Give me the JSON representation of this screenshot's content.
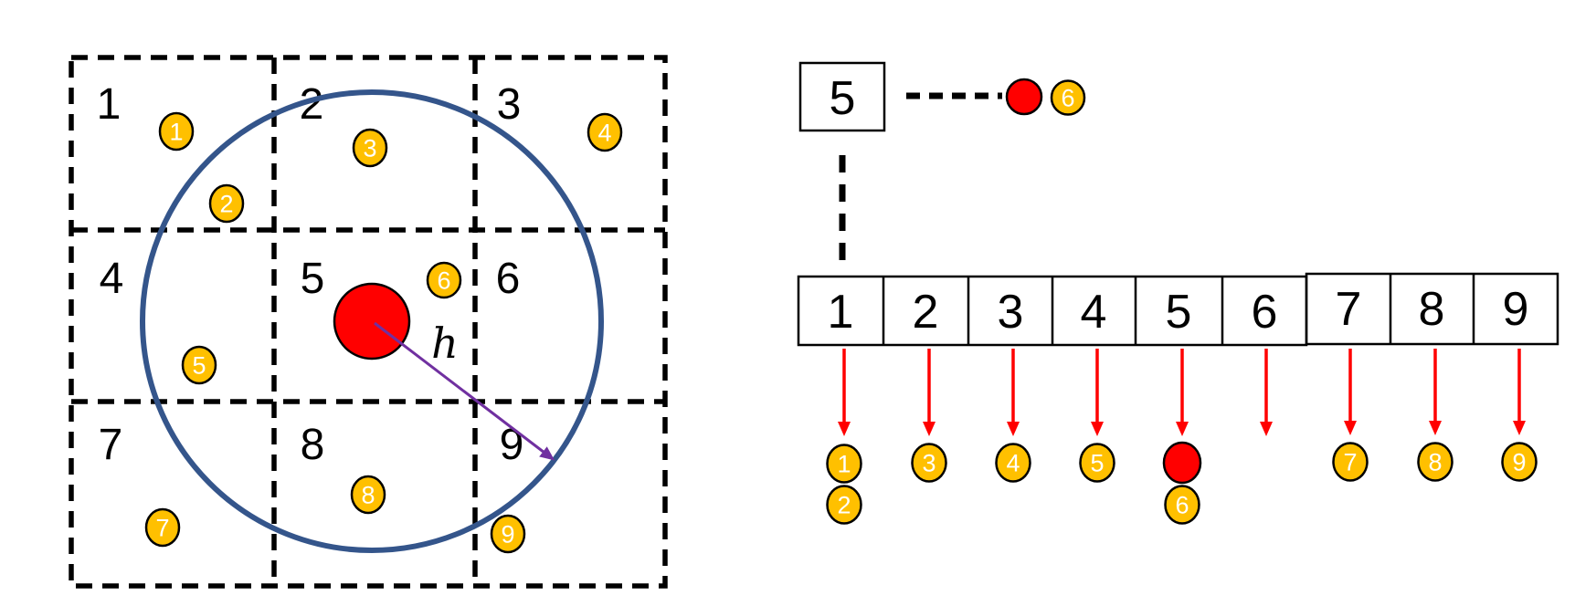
{
  "colors": {
    "particle_yellow": "#FFC000",
    "particle_red": "#FF0000",
    "outline_black": "#000000",
    "support_circle_blue": "#34558B",
    "radius_arrow_purple": "#7030A0",
    "bucket_arrow_red": "#FF0000",
    "particle_text_white": "#FFFFFF"
  },
  "left_grid": {
    "cell_labels": [
      "1",
      "2",
      "3",
      "4",
      "5",
      "6",
      "7",
      "8",
      "9"
    ],
    "particle_labels": [
      "1",
      "2",
      "3",
      "4",
      "5",
      "6",
      "7",
      "8",
      "9"
    ],
    "radius_label": "h"
  },
  "hash_panel": {
    "query_cell_label": "5",
    "query_particle_label": "6",
    "array_cell_labels": [
      "1",
      "2",
      "3",
      "4",
      "5",
      "6",
      "7",
      "8",
      "9"
    ],
    "bucket_particle_labels": [
      "1",
      "2",
      "3",
      "4",
      "5",
      "6",
      "7",
      "8",
      "9"
    ],
    "bucket_assignments": {
      "1": [
        "1",
        "2"
      ],
      "2": [
        "3"
      ],
      "3": [
        "4"
      ],
      "4": [
        "5"
      ],
      "5": [
        "red",
        "6"
      ],
      "6": [],
      "7": [
        "7"
      ],
      "8": [
        "8"
      ],
      "9": [
        "9"
      ]
    }
  }
}
